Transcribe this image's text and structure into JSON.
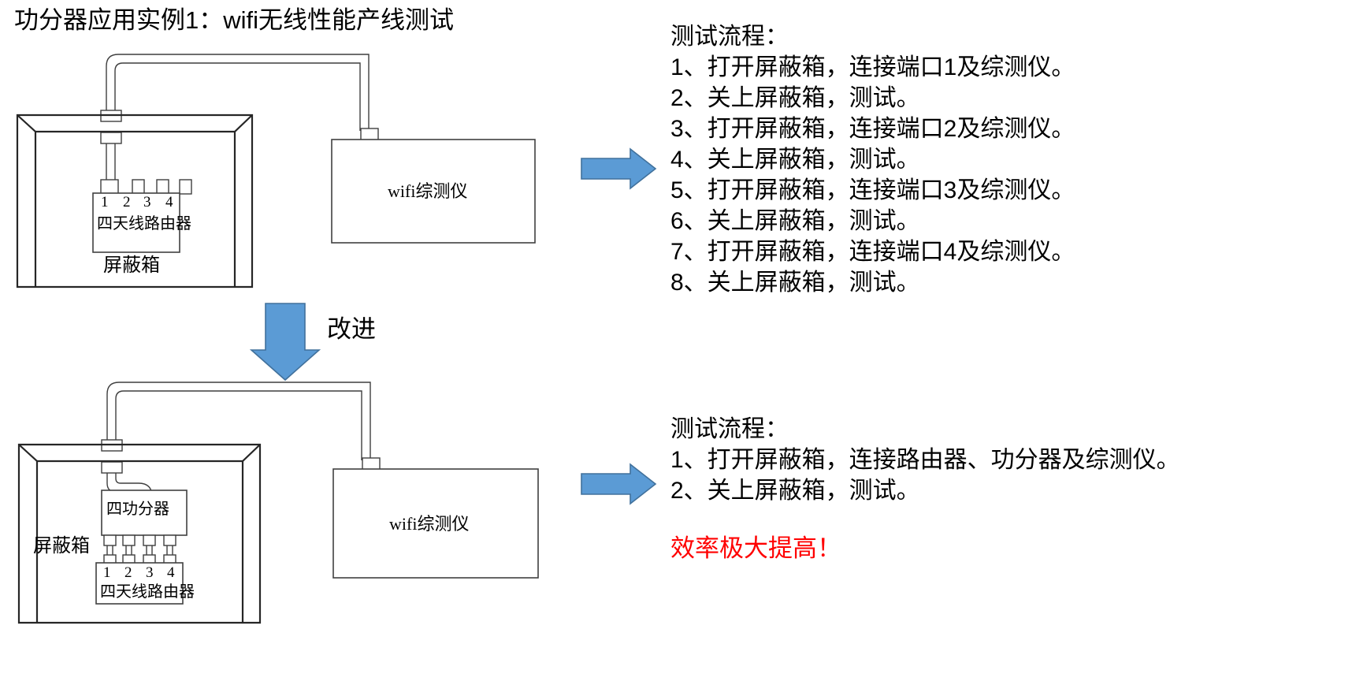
{
  "title": "功分器应用实例1：wifi无线性能产线测试",
  "improve_label": "改进",
  "colors": {
    "arrow_fill": "#5B9BD5",
    "arrow_stroke": "#41719C",
    "red_text": "#FF0000",
    "line": "#3F3F3F"
  },
  "diagram_top": {
    "shield_box_label": "屏蔽箱",
    "router_label": "四天线路由器",
    "router_ports": [
      "1",
      "2",
      "3",
      "4"
    ],
    "tester_label": "wifi综测仪"
  },
  "diagram_bottom": {
    "shield_box_label": "屏蔽箱",
    "splitter_label": "四功分器",
    "router_label": "四天线路由器",
    "router_ports": [
      "1",
      "2",
      "3",
      "4"
    ],
    "tester_label": "wifi综测仪"
  },
  "process_before": {
    "heading": "测试流程：",
    "steps": [
      "1、打开屏蔽箱，连接端口1及综测仪。",
      "2、关上屏蔽箱，测试。",
      "3、打开屏蔽箱，连接端口2及综测仪。",
      "4、关上屏蔽箱，测试。",
      "5、打开屏蔽箱，连接端口3及综测仪。",
      "6、关上屏蔽箱，测试。",
      "7、打开屏蔽箱，连接端口4及综测仪。",
      "8、关上屏蔽箱，测试。"
    ]
  },
  "process_after": {
    "heading": "测试流程：",
    "steps": [
      "1、打开屏蔽箱，连接路由器、功分器及综测仪。",
      "2、关上屏蔽箱，测试。"
    ],
    "conclusion": "效率极大提高！"
  },
  "icons": {
    "arrow_right_top": "arrow-right-icon",
    "arrow_right_bottom": "arrow-right-icon",
    "arrow_down": "arrow-down-icon"
  }
}
